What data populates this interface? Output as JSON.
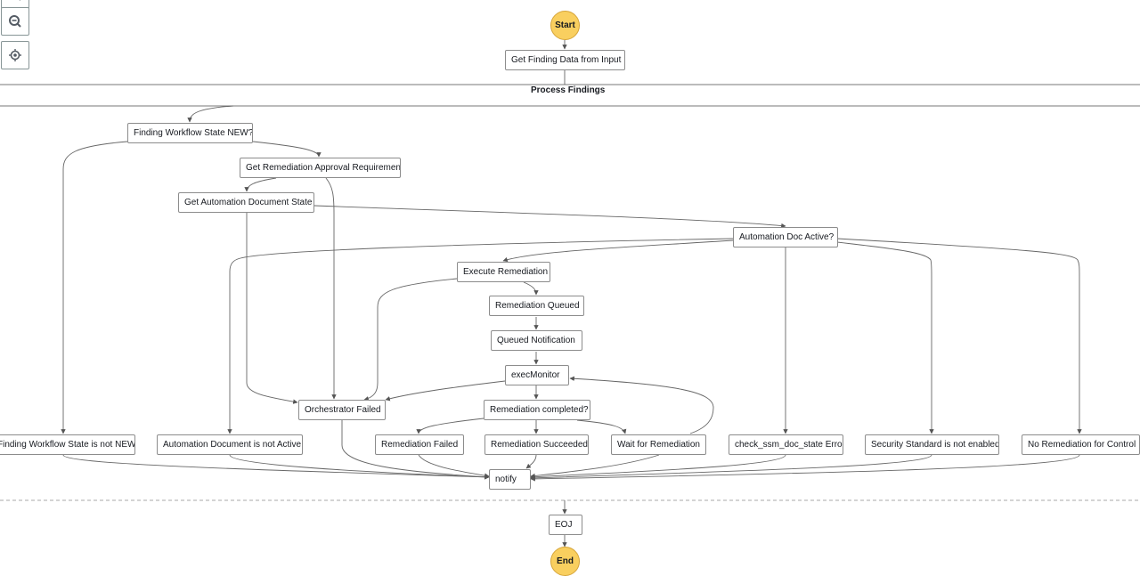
{
  "start_label": "Start",
  "end_label": "End",
  "group_title": "Process Findings",
  "nodes": {
    "get_finding": "Get Finding Data from Input",
    "wf_state_new": "Finding Workflow State NEW?",
    "get_approval": "Get Remediation Approval Requirement",
    "get_doc_state": "Get Automation Document State",
    "doc_active": "Automation Doc Active?",
    "execute": "Execute Remediation",
    "queued": "Remediation Queued",
    "queued_notif": "Queued Notification",
    "exec_monitor": "execMonitor",
    "orch_failed": "Orchestrator Failed",
    "completed": "Remediation completed?",
    "not_new": "Finding Workflow State is not NEW",
    "doc_not_active": "Automation Document is not Active",
    "rem_failed": "Remediation Failed",
    "rem_succeeded": "Remediation Succeeded",
    "wait": "Wait for Remediation",
    "ssm_error": "check_ssm_doc_state Error",
    "std_not_enabled": "Security Standard is not enabled",
    "no_remediation": "No Remediation for Control",
    "notify": "notify",
    "eoj": "EOJ"
  },
  "controls": {
    "zoom_in_icon": "plus-magnifier-icon",
    "zoom_out_icon": "minus-magnifier-icon",
    "center_icon": "crosshair-icon"
  }
}
